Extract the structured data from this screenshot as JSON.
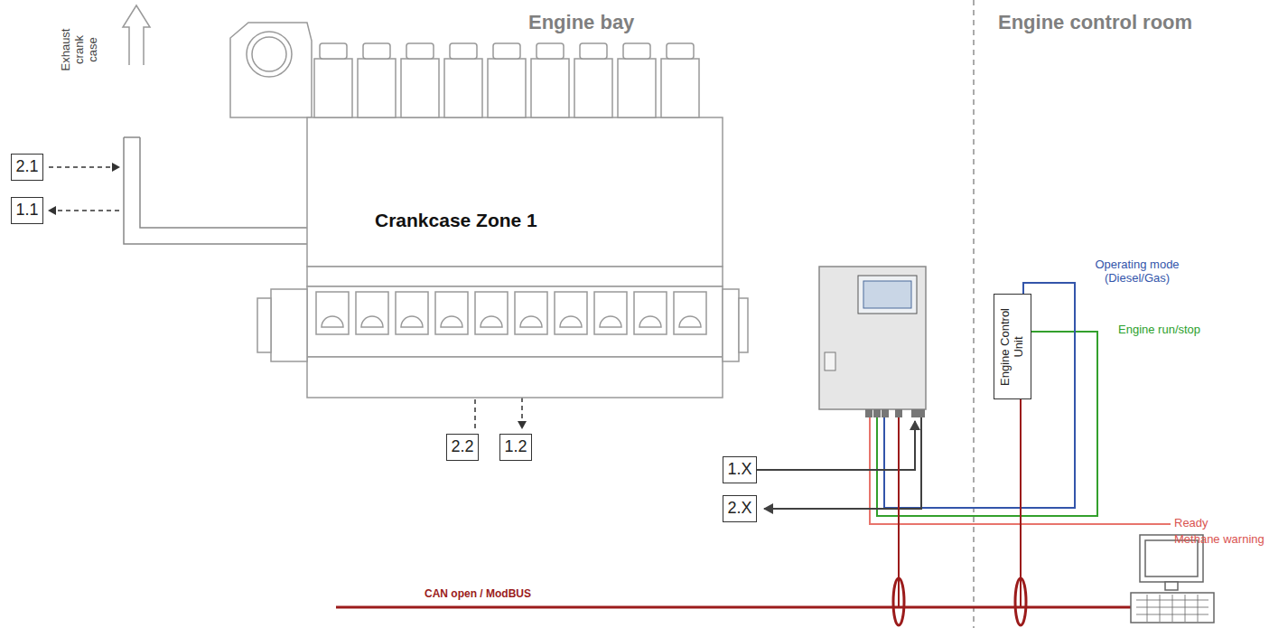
{
  "diagram": {
    "nodes": [
      {
        "text": [
          "2.1"
        ]
      },
      {
        "text": [
          "1.1"
        ]
      },
      {
        "text": [
          "2.2"
        ]
      },
      {
        "text": [
          "1.2"
        ]
      },
      {
        "text": [
          "1.X"
        ]
      },
      {
        "text": [
          "2.X"
        ]
      },
      {
        "text": [
          "Engine Control Unit"
        ]
      }
    ],
    "labels": [
      "Exhaust crank case",
      "Engine bay",
      "Engine control room",
      "Crankcase Zone 1",
      "Operating mode (Diesel/Gas)",
      "Engine run/stop",
      "Ready",
      "Methane warning",
      "CAN open / ModBUS"
    ]
  }
}
